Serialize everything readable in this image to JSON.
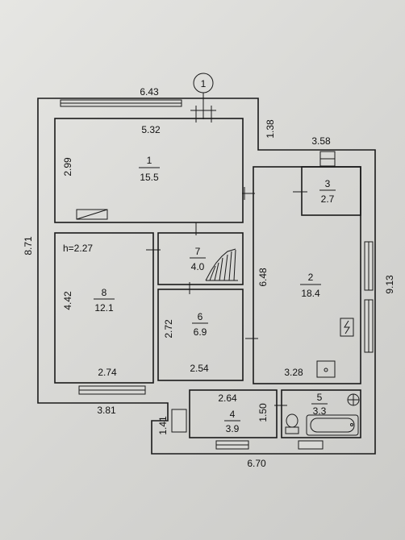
{
  "plan": {
    "axis_marker": "1",
    "height_note": "h=2.27",
    "dimensions": {
      "top_outer": "6.43",
      "room1_width": "5.32",
      "step_right": "1.38",
      "room3_top": "3.58",
      "room1_height": "2.99",
      "left_outer": "8.71",
      "room2_height": "6.48",
      "right_outer": "9.13",
      "room8_height": "4.42",
      "room6_height": "2.72",
      "room8_width": "2.74",
      "room6_width": "2.54",
      "room2_width": "3.28",
      "room4_width": "2.64",
      "room5_height": "1.50",
      "bottom_left": "3.81",
      "room4_height": "1.41",
      "bottom_outer": "6.70"
    },
    "rooms": [
      {
        "number": "1",
        "area": "15.5"
      },
      {
        "number": "2",
        "area": "18.4"
      },
      {
        "number": "3",
        "area": "2.7"
      },
      {
        "number": "4",
        "area": "3.9"
      },
      {
        "number": "5",
        "area": "3.3"
      },
      {
        "number": "6",
        "area": "6.9"
      },
      {
        "number": "7",
        "area": "4.0"
      },
      {
        "number": "8",
        "area": "12.1"
      }
    ]
  }
}
